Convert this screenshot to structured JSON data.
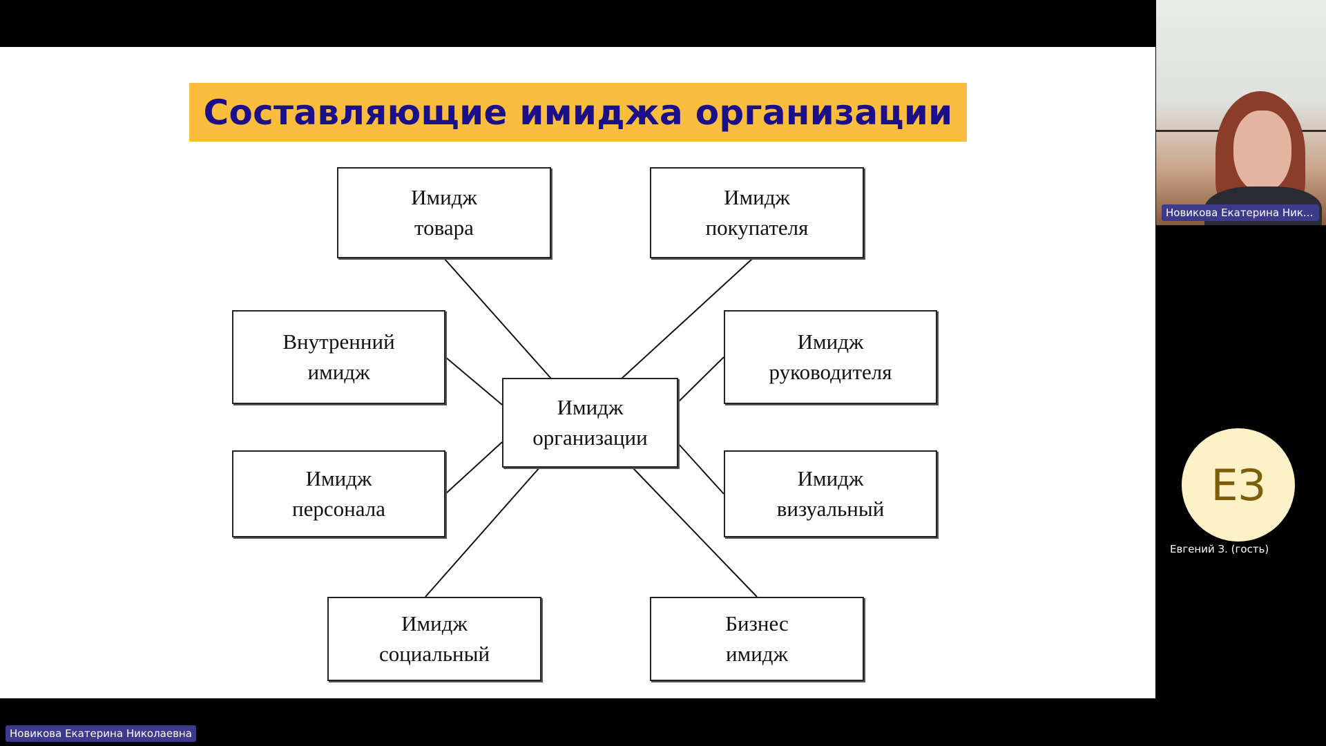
{
  "slide": {
    "title": "Составляющие имиджа организации",
    "center": {
      "line1": "Имидж",
      "line2": "организации"
    },
    "boxes": {
      "product": {
        "line1": "Имидж",
        "line2": "товара"
      },
      "customer": {
        "line1": "Имидж",
        "line2": "покупателя"
      },
      "internal": {
        "line1": "Внутренний",
        "line2": "имидж"
      },
      "leader": {
        "line1": "Имидж",
        "line2": "руководителя"
      },
      "staff": {
        "line1": "Имидж",
        "line2": "персонала"
      },
      "visual": {
        "line1": "Имидж",
        "line2": "визуальный"
      },
      "social": {
        "line1": "Имидж",
        "line2": "социальный"
      },
      "business": {
        "line1": "Бизнес",
        "line2": "имидж"
      }
    }
  },
  "participants": {
    "speaker_tile_name": "Новикова Екатерина Ник...",
    "speaker_full_name": "Новикова Екатерина Николаевна",
    "guest_initials": "ЕЗ",
    "guest_name": "Евгений  З. (гость)"
  },
  "colors": {
    "title_banner": "#fbbd3d",
    "title_text": "#1b0f8a",
    "name_tag": "#3d3a8c",
    "avatar_bg": "#fdf2c7",
    "avatar_text": "#7a5e0b"
  }
}
